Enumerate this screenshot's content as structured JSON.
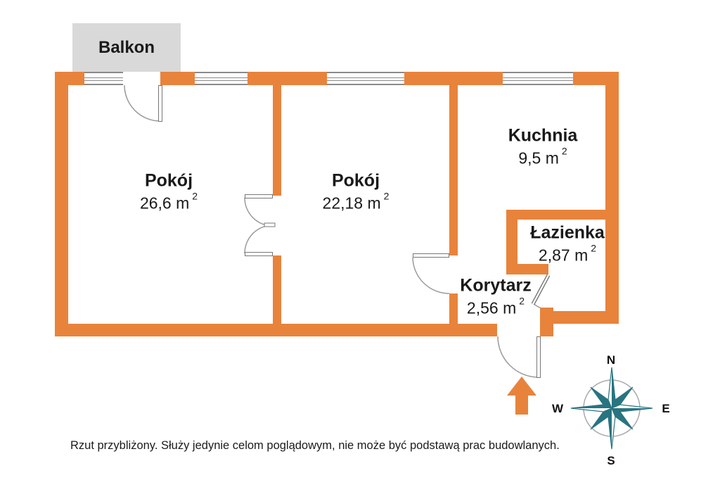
{
  "floorplan": {
    "balcony": {
      "label": "Balkon"
    },
    "rooms": [
      {
        "name": "Pokój",
        "area": "26,6 m",
        "sup": "2"
      },
      {
        "name": "Pokój",
        "area": "22,18 m",
        "sup": "2"
      },
      {
        "name": "Kuchnia",
        "area": "9,5 m",
        "sup": "2"
      },
      {
        "name": "Łazienka",
        "area": "2,87 m",
        "sup": "2"
      },
      {
        "name": "Korytarz",
        "area": "2,56 m",
        "sup": "2"
      }
    ],
    "compass": {
      "north": "N",
      "east": "E",
      "south": "S",
      "west": "W"
    },
    "disclaimer": "Rzut przybliżony. Służy jedynie celom poglądowym, nie może być podstawą prac budowlanych.",
    "colors": {
      "wall": "#E8833C",
      "compass": "#287480",
      "balcony": "#D9D9D9"
    }
  }
}
